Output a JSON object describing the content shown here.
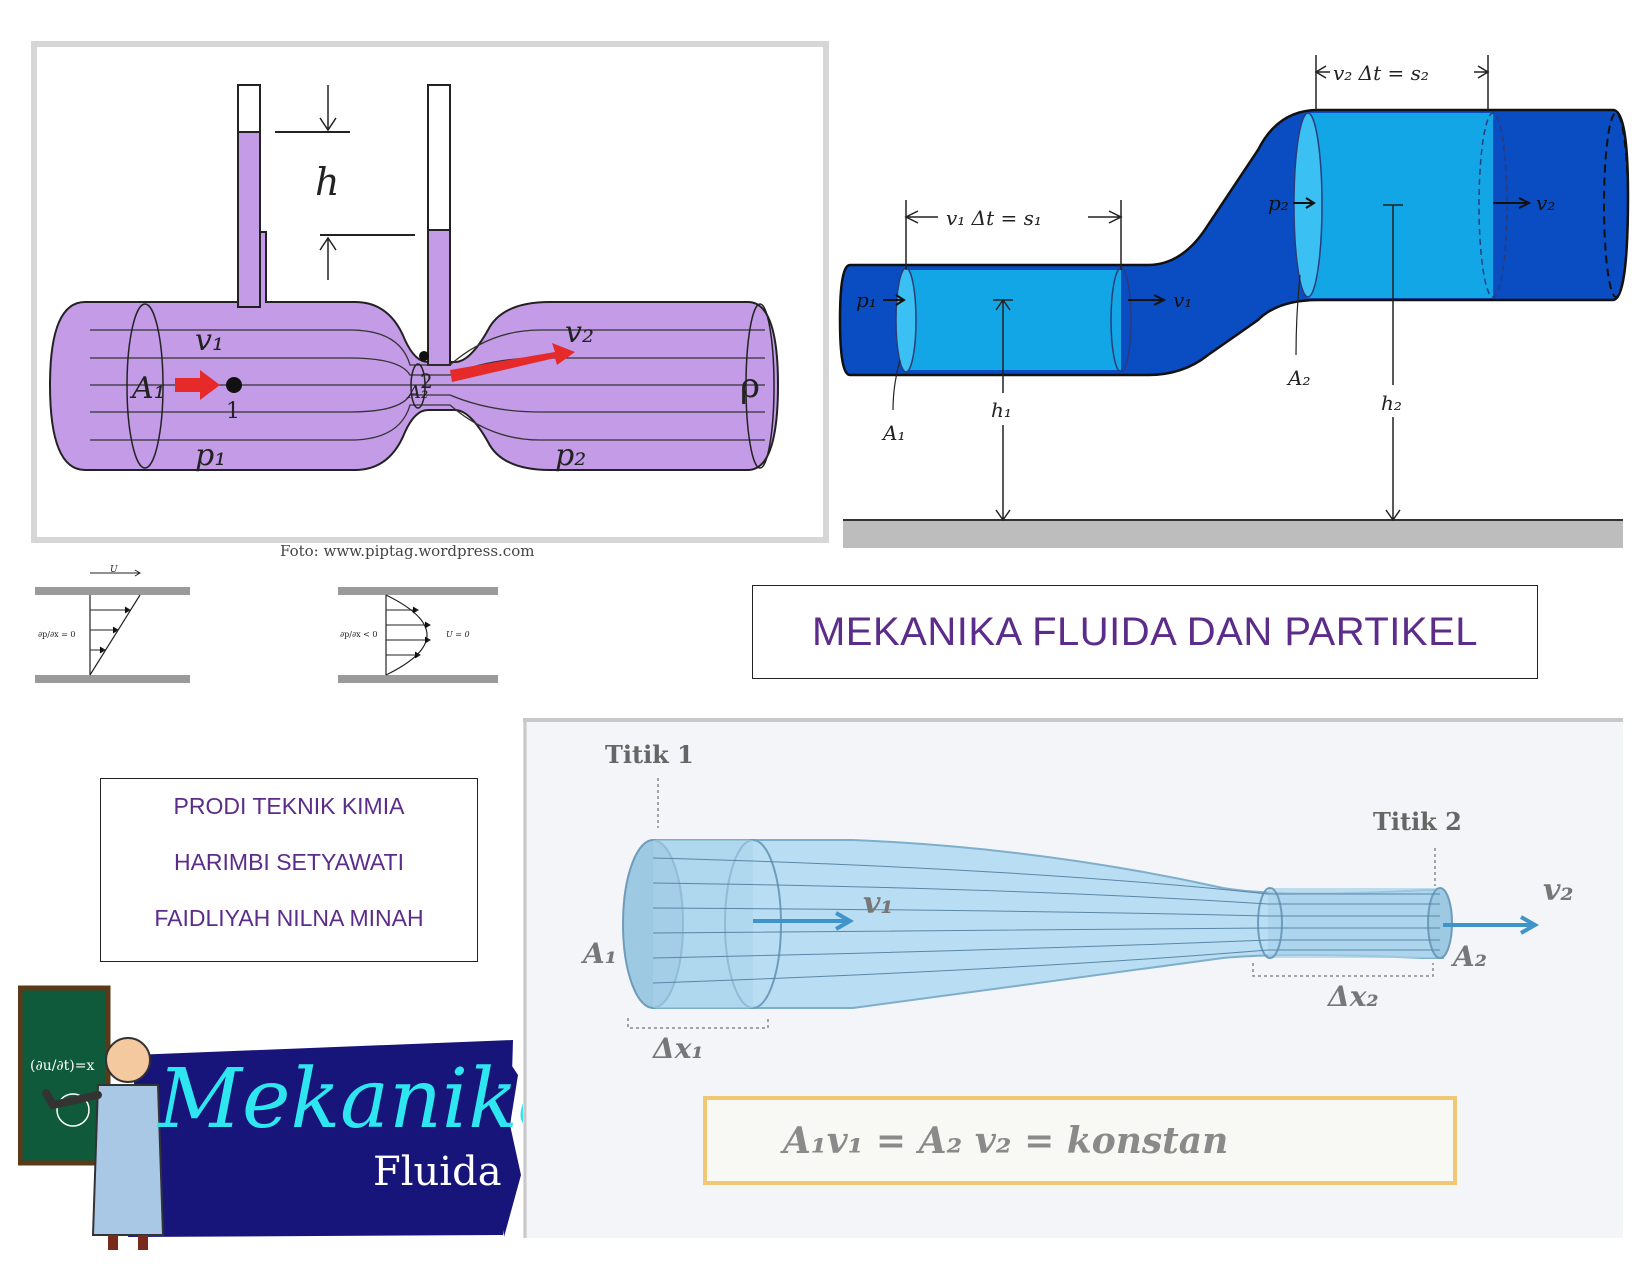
{
  "title": "MEKANIKA FLUIDA DAN PARTIKEL",
  "authors": {
    "line1": "PRODI TEKNIK KIMIA",
    "line2": "HARIMBI SETYAWATI",
    "line3": "FAIDLIYAH NILNA MINAH"
  },
  "venturi": {
    "credit": "Foto: www.piptag.wordpress.com",
    "h": "h",
    "v1": "v₁",
    "v2": "v₂",
    "A1": "A₁",
    "A2": "A₂",
    "p1": "p₁",
    "p2": "p₂",
    "point1": "1",
    "point2": "2",
    "rho": "ρ"
  },
  "bernoulli": {
    "s1_label": "v₁ Δt = s₁",
    "s2_label": "v₂ Δt = s₂",
    "p1": "p₁",
    "p2": "p₂",
    "v1": "v₁",
    "v2": "v₂",
    "A1": "A₁",
    "A2": "A₂",
    "h1": "h₁",
    "h2": "h₂"
  },
  "flow_profiles": {
    "couette_u": "U",
    "couette_grad": "∂p/∂x = 0",
    "poiseuille_grad": "∂p/∂x < 0",
    "poiseuille_u": "U = 0"
  },
  "continuity": {
    "titik1": "Titik 1",
    "titik2": "Titik 2",
    "v1": "v₁",
    "v2": "v₂",
    "A1": "A₁",
    "A2": "A₂",
    "dx1": "Δx₁",
    "dx2": "Δx₂",
    "equation": "A₁v₁ = A₂ v₂ = konstan"
  },
  "logo": {
    "word1": "Mekanika",
    "word2": "Fluida",
    "board_text": "(∂u/∂t)=x"
  },
  "colors": {
    "title_purple": "#5b2c8a",
    "venturi_purple": "#c39be6",
    "pipe_blue_dark": "#0a4cc2",
    "pipe_blue_light": "#12a6e6",
    "logo_navy": "#17147a",
    "logo_cyan": "#2ee6ef",
    "equation_frame": "#f0c873"
  }
}
